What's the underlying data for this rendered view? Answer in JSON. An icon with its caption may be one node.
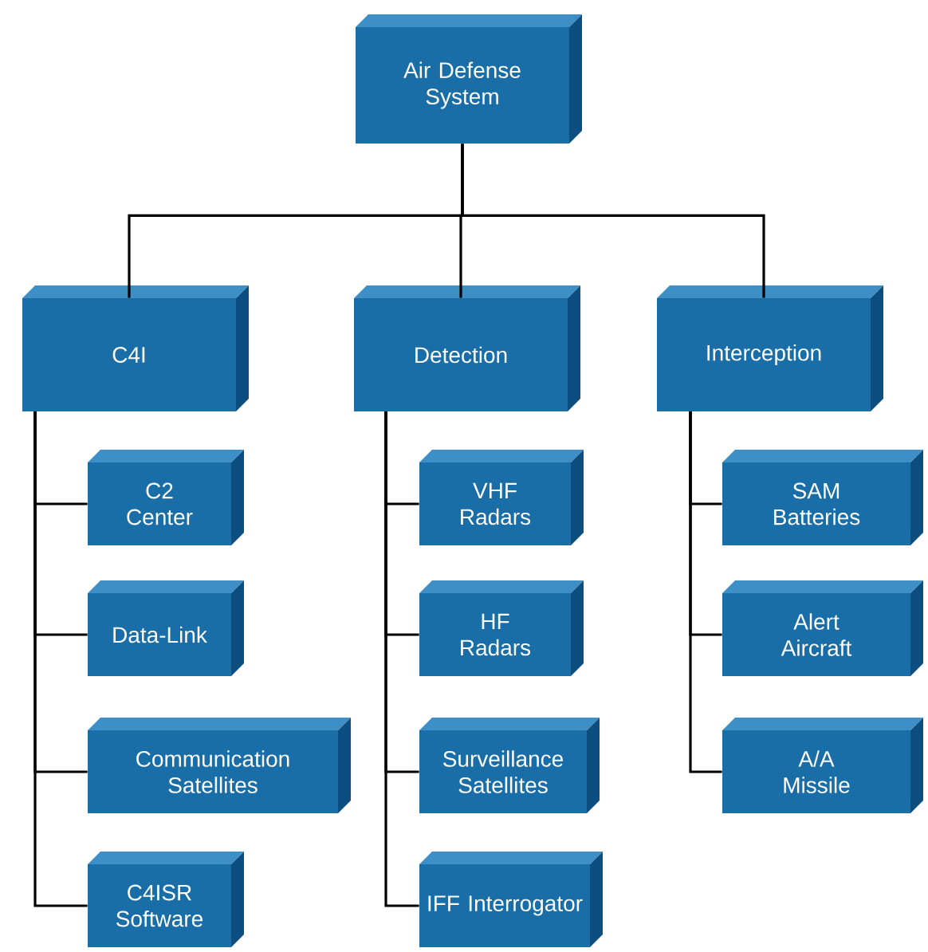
{
  "diagram": {
    "nodes": [
      {
        "text": [
          "Air Defense System"
        ]
      },
      {
        "text": [
          "C4I"
        ]
      },
      {
        "text": [
          "Detection"
        ]
      },
      {
        "text": [
          "Interception"
        ]
      },
      {
        "text": [
          "C2 Center"
        ]
      },
      {
        "text": [
          "Data-Link"
        ]
      },
      {
        "text": [
          "Communication Satellites"
        ]
      },
      {
        "text": [
          "C4ISR Software"
        ]
      },
      {
        "text": [
          "VHF Radars"
        ]
      },
      {
        "text": [
          "HF Radars"
        ]
      },
      {
        "text": [
          "Surveillance Satellites"
        ]
      },
      {
        "text": [
          "IFF Interrogator"
        ]
      },
      {
        "text": [
          "SAM Batteries"
        ]
      },
      {
        "text": [
          "Alert Aircraft"
        ]
      },
      {
        "text": [
          "A/A Missile"
        ]
      }
    ],
    "edges": [
      {
        "from": 0,
        "to": 1,
        "arrow": "none"
      },
      {
        "from": 0,
        "to": 2,
        "arrow": "none"
      },
      {
        "from": 0,
        "to": 3,
        "arrow": "none"
      },
      {
        "from": 1,
        "to": 4,
        "arrow": "none"
      },
      {
        "from": 1,
        "to": 5,
        "arrow": "none"
      },
      {
        "from": 1,
        "to": 6,
        "arrow": "none"
      },
      {
        "from": 1,
        "to": 7,
        "arrow": "none"
      },
      {
        "from": 2,
        "to": 8,
        "arrow": "none"
      },
      {
        "from": 2,
        "to": 9,
        "arrow": "none"
      },
      {
        "from": 2,
        "to": 10,
        "arrow": "none"
      },
      {
        "from": 2,
        "to": 11,
        "arrow": "none"
      },
      {
        "from": 3,
        "to": 12,
        "arrow": "none"
      },
      {
        "from": 3,
        "to": 13,
        "arrow": "none"
      },
      {
        "from": 3,
        "to": 14,
        "arrow": "none"
      }
    ]
  }
}
